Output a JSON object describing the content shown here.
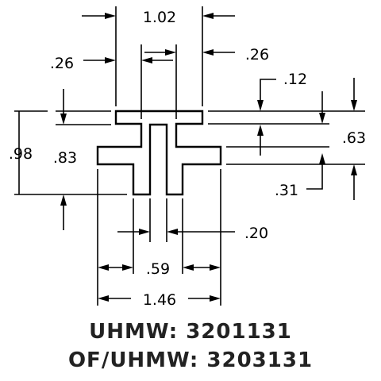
{
  "dimensions": {
    "top_width": "1.02",
    "left_flange": ".26",
    "right_flange": ".26",
    "cap_thickness": ".12",
    "overall_height": ".98",
    "inner_height": ".83",
    "right_upper": ".63",
    "right_lower": ".31",
    "slot_width": ".20",
    "stem_width": ".59",
    "base_width": "1.46"
  },
  "part_numbers": [
    {
      "label": "UHMW:",
      "number": "3201131"
    },
    {
      "label": "OF/UHMW:",
      "number": "3203131"
    }
  ]
}
